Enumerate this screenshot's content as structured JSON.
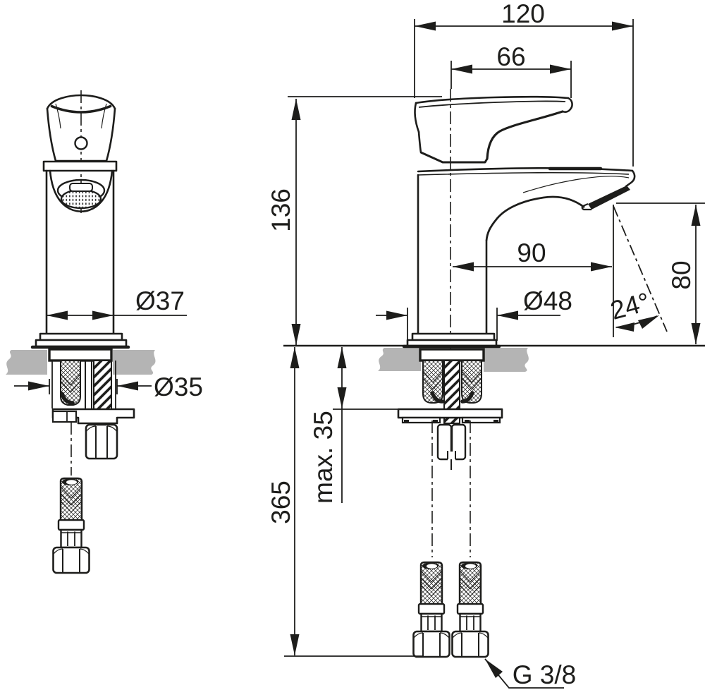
{
  "drawing": {
    "kind": "faucet-installation-dimension-drawing",
    "colors": {
      "line": "#1d1d1b",
      "deck_fill": "#b4b4b4",
      "background": "#ffffff"
    },
    "dimensions": {
      "overall_depth": "120",
      "handle_length": "66",
      "height_above_deck": "136",
      "spout_projection": "90",
      "base_diameter": "Ø48",
      "body_diameter": "Ø37",
      "shank_diameter": "Ø35",
      "outlet_height": "80",
      "outlet_angle": "24°",
      "max_deck_thickness": "max. 35",
      "hose_length": "365",
      "thread_size": "G 3/8"
    }
  }
}
